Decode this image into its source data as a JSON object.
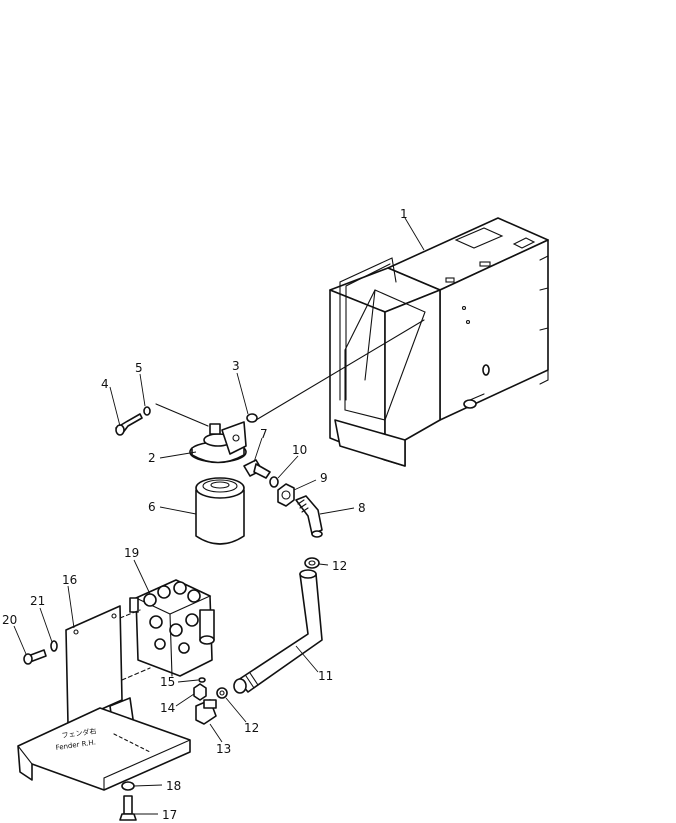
{
  "callouts": {
    "c1": "1",
    "c2": "2",
    "c3": "3",
    "c4": "4",
    "c5": "5",
    "c6": "6",
    "c7": "7",
    "c8": "8",
    "c9": "9",
    "c10": "10",
    "c11": "11",
    "c12a": "12",
    "c12b": "12",
    "c13": "13",
    "c14": "14",
    "c15": "15",
    "c16": "16",
    "c17": "17",
    "c18": "18",
    "c19": "19",
    "c20": "20",
    "c21": "21"
  },
  "labels": {
    "fender_jp": "フェンダ右",
    "fender_en": "Fender R.H."
  },
  "colors": {
    "line": "#111111",
    "background": "#ffffff"
  }
}
